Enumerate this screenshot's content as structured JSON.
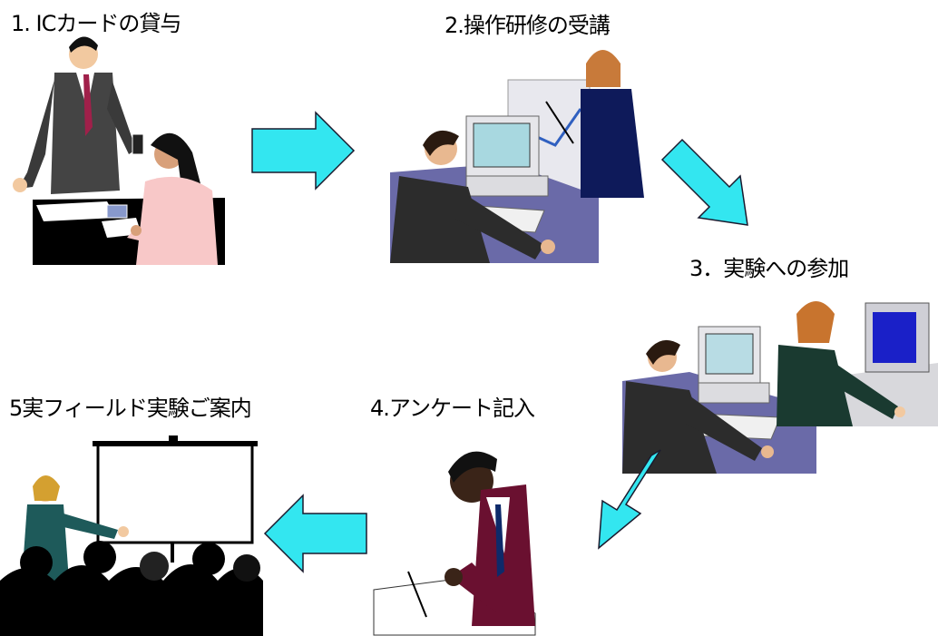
{
  "steps": [
    {
      "label": "1. ICカードの貸与"
    },
    {
      "label": "2.操作研修の受講"
    },
    {
      "label": "3．実験への参加"
    },
    {
      "label": "4.アンケート記入"
    },
    {
      "label": "5実フィールド実験ご案内"
    }
  ],
  "colors": {
    "arrow_fill": "#33e6f0",
    "arrow_stroke": "#1a1a2e"
  }
}
